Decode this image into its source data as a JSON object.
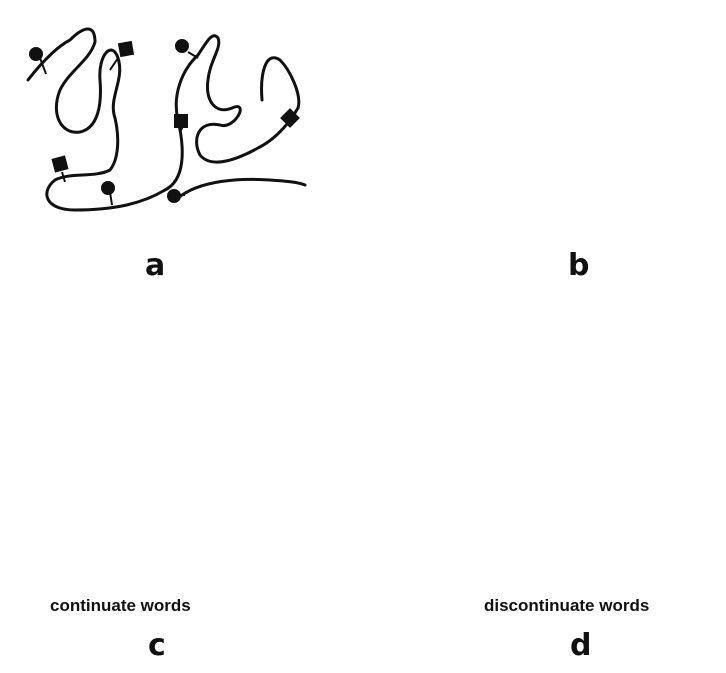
{
  "panels": [
    {
      "letter": "a",
      "caption": ""
    },
    {
      "letter": "b",
      "caption": ""
    },
    {
      "letter": "c",
      "caption": "continuate words"
    },
    {
      "letter": "d",
      "caption": "discontinuate words"
    }
  ],
  "colors": {
    "line": "#111111",
    "background": "#ffffff",
    "hatch": "#333333"
  }
}
